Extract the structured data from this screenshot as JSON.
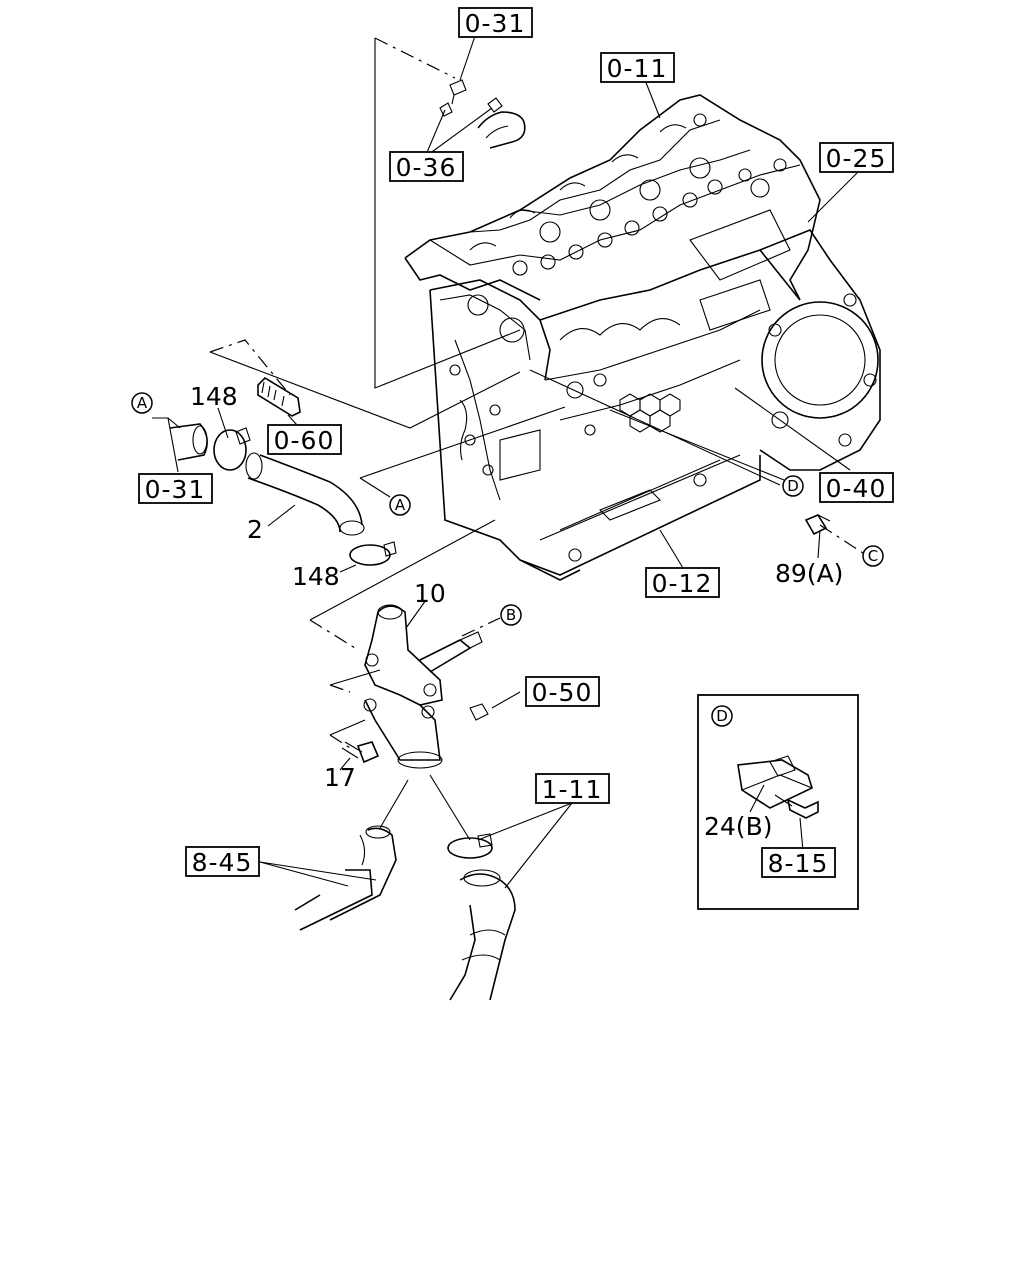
{
  "ref_boxes": {
    "r_0_31_top": "0-31",
    "r_0_11": "0-11",
    "r_0_36": "0-36",
    "r_0_25": "0-25",
    "r_0_60": "0-60",
    "r_0_31_left": "0-31",
    "r_0_40": "0-40",
    "r_0_12": "0-12",
    "r_0_50": "0-50",
    "r_1_11": "1-11",
    "r_8_45": "8-45",
    "r_8_15": "8-15"
  },
  "part_numbers": {
    "p148_top": "148",
    "p2": "2",
    "p148_mid": "148",
    "p10": "10",
    "p17": "17",
    "p89a": "89(A)",
    "p24b": "24(B)"
  },
  "callouts": {
    "a_left": "A",
    "a_mid": "A",
    "b": "B",
    "c": "C",
    "d_block": "D",
    "d_inset": "D"
  }
}
